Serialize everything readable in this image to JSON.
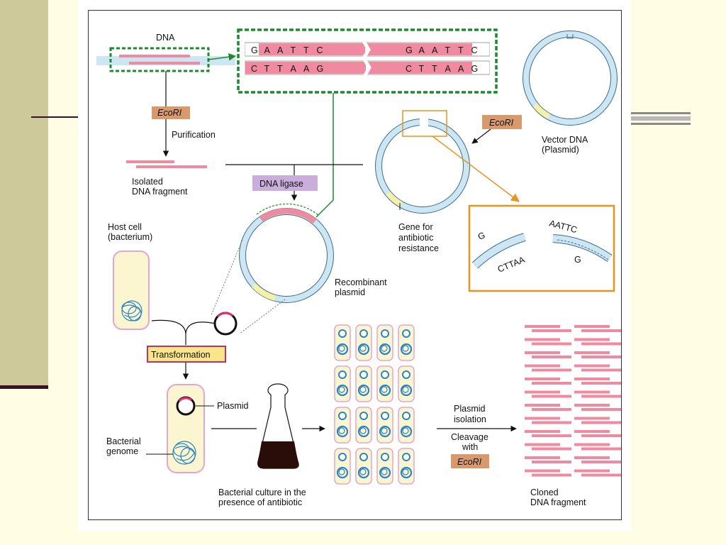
{
  "labels": {
    "dna": "DNA",
    "ecori_1": "EcoRI",
    "ecori_2": "EcoRI",
    "ecori_3": "EcoRI",
    "purification": "Purification",
    "isolated_1": "Isolated",
    "isolated_2": "DNA fragment",
    "dna_ligase": "DNA ligase",
    "vector_1": "Vector DNA",
    "vector_2": "(Plasmid)",
    "gene_1": "Gene for",
    "gene_2": "antibiotic",
    "gene_3": "resistance",
    "host_1": "Host cell",
    "host_2": "(bacterium)",
    "recomb_1": "Recombinant",
    "recomb_2": "plasmid",
    "transformation": "Transformation",
    "plasmid": "Plasmid",
    "genome_1": "Bacterial",
    "genome_2": "genome",
    "culture_1": "Bacterial culture in the",
    "culture_2": "presence of antibiotic",
    "isolation_1": "Plasmid",
    "isolation_2": "isolation",
    "cleavage_1": "Cleavage",
    "cleavage_2": "with",
    "cloned_1": "Cloned",
    "cloned_2": "DNA fragment",
    "sticky_top": "AATTC",
    "sticky_bottom": "CTTAA",
    "sticky_g1": "G",
    "sticky_g2": "G"
  },
  "sequence": {
    "top_left": [
      "G",
      "A",
      "A",
      "T",
      "T",
      "C"
    ],
    "top_right": [
      "G",
      "A",
      "A",
      "T",
      "T",
      "C"
    ],
    "bottom_left": [
      "C",
      "T",
      "T",
      "A",
      "A",
      "G"
    ],
    "bottom_right": [
      "C",
      "T",
      "T",
      "A",
      "A",
      "G"
    ]
  },
  "colors": {
    "dna_pink": "#f08aa0",
    "plasmid_blue": "#cde6f3",
    "plasmid_outline": "#3b6e8a",
    "gene_yellow": "#f6f0a8",
    "enzyme_box": "#d89a6c",
    "ligase_box": "#c9aedb",
    "transformation_box": "#f9e58a",
    "transformation_border": "#c2306a",
    "green_dash": "#1e8a2e",
    "orange": "#e8941f",
    "cell_fill": "#fbf6cf",
    "cell_border": "#e3a6d0",
    "genome_blue": "#2b84c6"
  },
  "colony_grid": {
    "rows": 4,
    "cols": 4
  },
  "cloned_fragments": {
    "rows": 12,
    "cols": 2
  }
}
